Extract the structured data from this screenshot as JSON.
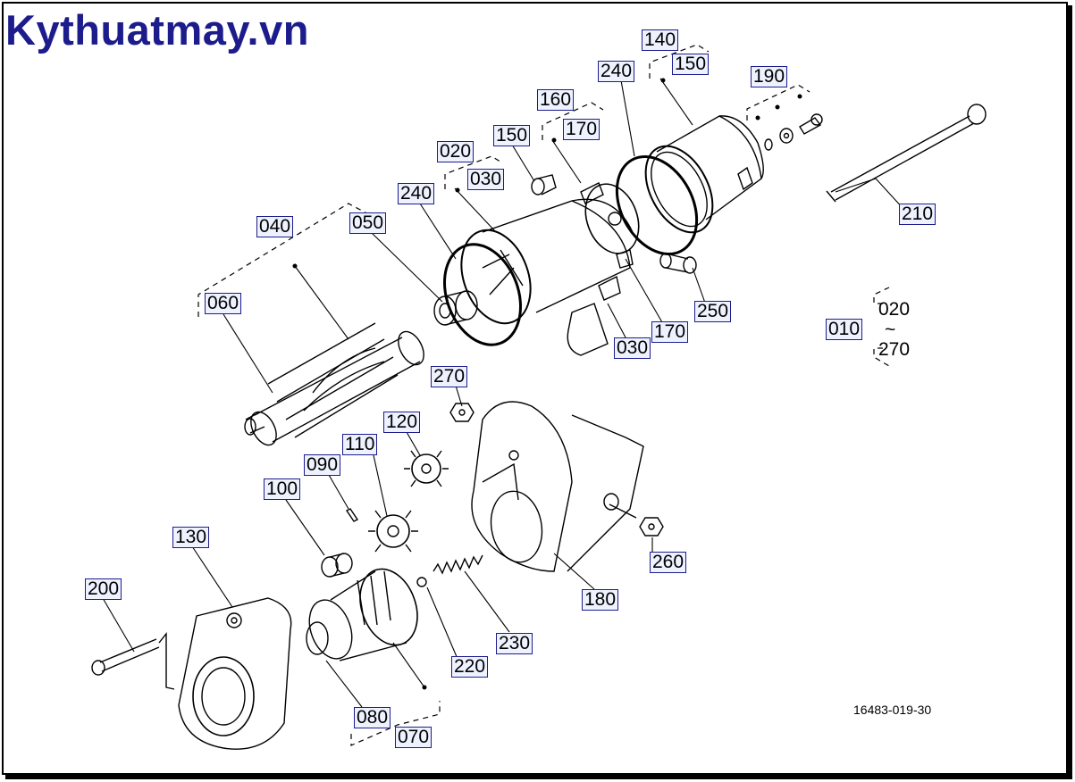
{
  "brand": {
    "logo_text": "Kythuatmay.vn",
    "logo_color": "#1c1c8c"
  },
  "drawing_code": "16483-019-30",
  "range_note": {
    "from": "020",
    "tilde": "~",
    "to": "270"
  },
  "callouts": [
    {
      "id": "c-140",
      "text": "140"
    },
    {
      "id": "c-150-top",
      "text": "150"
    },
    {
      "id": "c-240-top",
      "text": "240"
    },
    {
      "id": "c-190",
      "text": "190"
    },
    {
      "id": "c-160",
      "text": "160"
    },
    {
      "id": "c-170-top",
      "text": "170"
    },
    {
      "id": "c-150-mid",
      "text": "150"
    },
    {
      "id": "c-020",
      "text": "020"
    },
    {
      "id": "c-030-top",
      "text": "030"
    },
    {
      "id": "c-240-mid",
      "text": "240"
    },
    {
      "id": "c-210",
      "text": "210"
    },
    {
      "id": "c-040",
      "text": "040"
    },
    {
      "id": "c-050",
      "text": "050"
    },
    {
      "id": "c-060",
      "text": "060"
    },
    {
      "id": "c-250",
      "text": "250"
    },
    {
      "id": "c-010",
      "text": "010"
    },
    {
      "id": "c-170-bot",
      "text": "170"
    },
    {
      "id": "c-030-bot",
      "text": "030"
    },
    {
      "id": "c-270",
      "text": "270"
    },
    {
      "id": "c-120",
      "text": "120"
    },
    {
      "id": "c-110",
      "text": "110"
    },
    {
      "id": "c-090",
      "text": "090"
    },
    {
      "id": "c-100",
      "text": "100"
    },
    {
      "id": "c-130",
      "text": "130"
    },
    {
      "id": "c-260",
      "text": "260"
    },
    {
      "id": "c-200",
      "text": "200"
    },
    {
      "id": "c-180",
      "text": "180"
    },
    {
      "id": "c-230",
      "text": "230"
    },
    {
      "id": "c-220",
      "text": "220"
    },
    {
      "id": "c-080",
      "text": "080"
    },
    {
      "id": "c-070",
      "text": "070"
    }
  ]
}
